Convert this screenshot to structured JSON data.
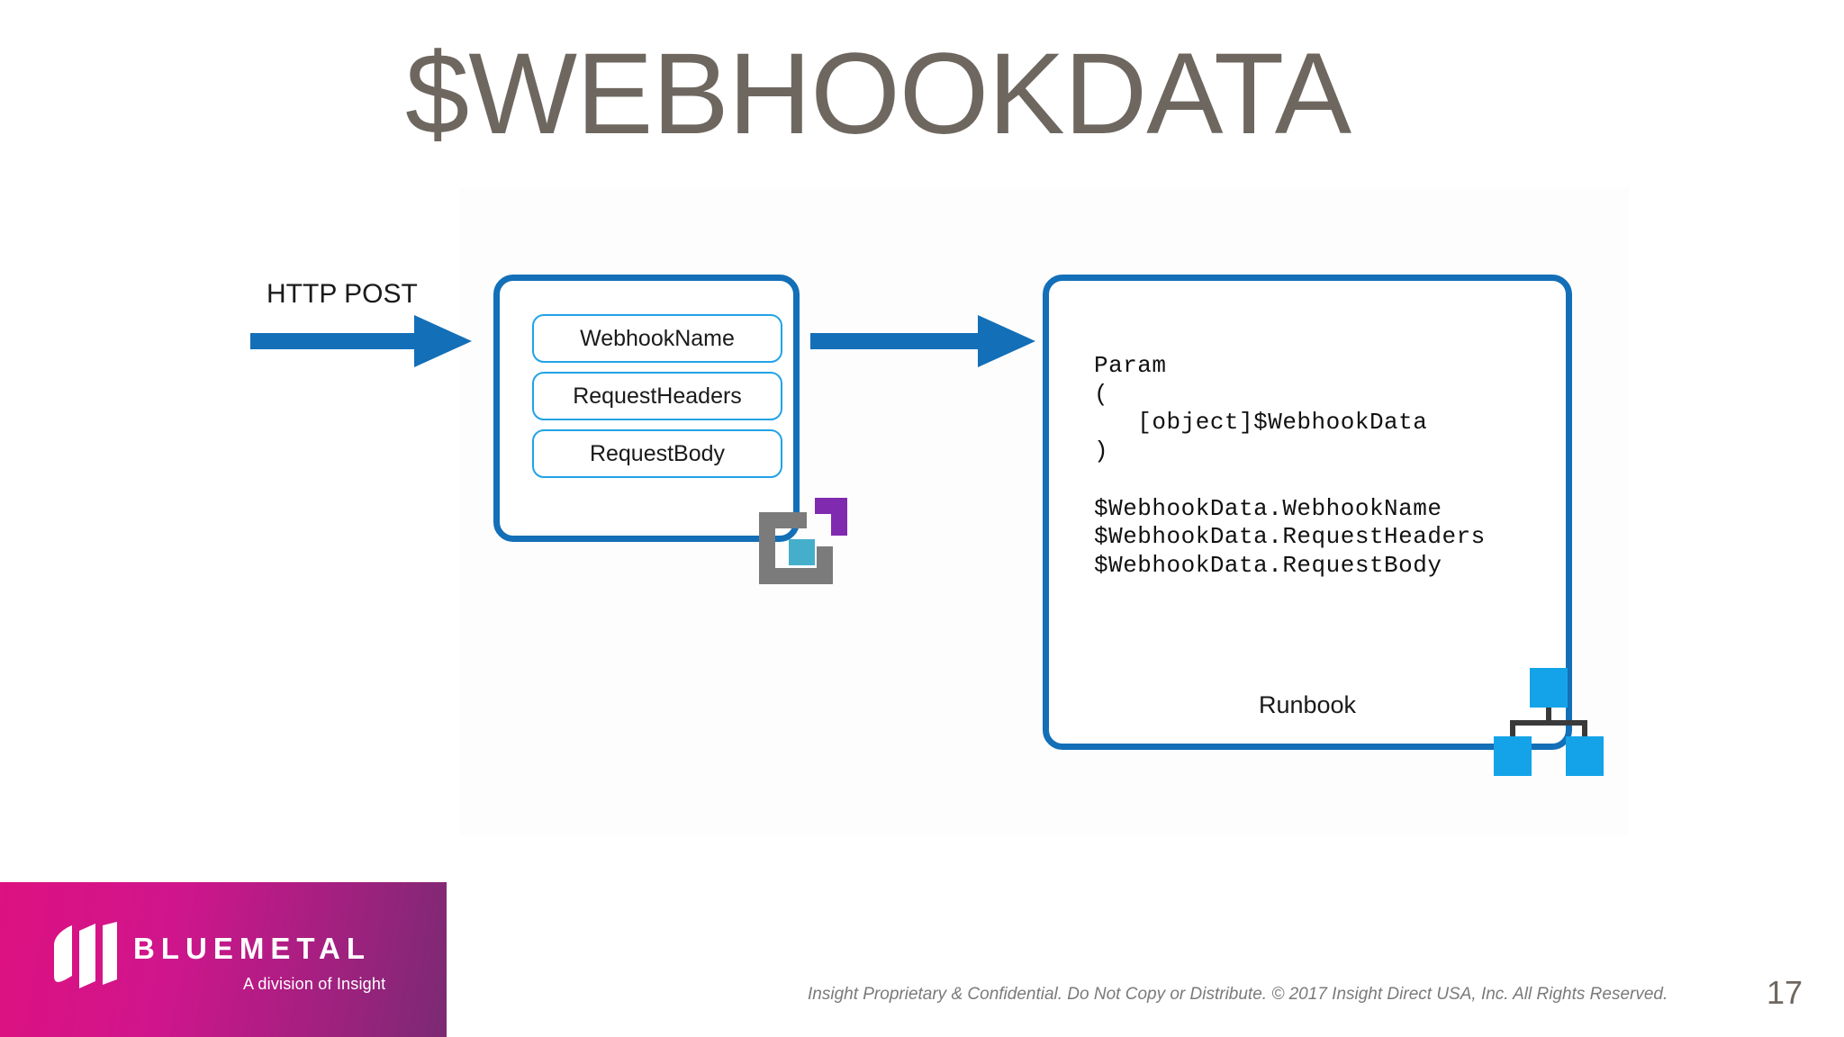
{
  "slide": {
    "title": "$WEBHOOKDATA",
    "page_number": "17",
    "title_color": "#6E6760"
  },
  "diagram": {
    "http_post_label": "HTTP POST",
    "webhook_box": {
      "border_color": "#136FB7",
      "pill_border_color": "#21A3E5",
      "fields": [
        {
          "label": "WebhookName"
        },
        {
          "label": "RequestHeaders"
        },
        {
          "label": "RequestBody"
        }
      ]
    },
    "runbook_box": {
      "border_color": "#136FB7",
      "caption": "Runbook",
      "code": "Param\n(\n   [object]$WebhookData\n)\n\n$WebhookData.WebhookName\n$WebhookData.RequestHeaders\n$WebhookData.RequestBody"
    },
    "arrows": [
      {
        "name": "http-post-arrow",
        "color": "#136FB7"
      },
      {
        "name": "webhook-to-runbook-arrow",
        "color": "#136FB7"
      }
    ],
    "icons": [
      {
        "name": "azure-automation-icon",
        "colors": {
          "bracket": "#7B7B7B",
          "square_purple": "#7F2AAF",
          "square_teal": "#45AFCB"
        }
      },
      {
        "name": "hierarchy-icon",
        "colors": {
          "node": "#14A3E8",
          "connector": "#3A3A3A"
        }
      }
    ]
  },
  "footer": {
    "logo_wordmark": "BLUEMETAL",
    "logo_tagline": "A division of Insight",
    "confidentiality_note": "Insight Proprietary & Confidential. Do Not Copy or Distribute. © 2017 Insight Direct USA, Inc. All Rights Reserved.",
    "band_gradient_start": "#DD1180",
    "band_gradient_end": "#7B2A73"
  }
}
